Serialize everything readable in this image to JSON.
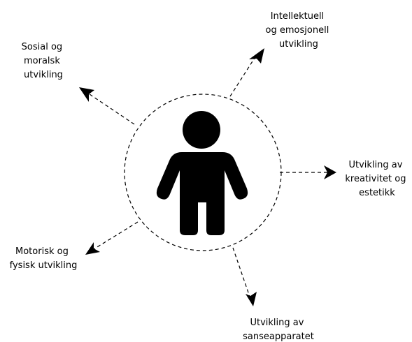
{
  "center": {
    "icon": "child-person-icon",
    "color": "#000000"
  },
  "labels": {
    "social_moral": [
      "Sosial og",
      "moralsk",
      "utvikling"
    ],
    "intellectual_emotional": [
      "Intellektuell",
      "og emosjonell",
      "utvikling"
    ],
    "creativity_aesthetics": [
      "Utvikling av",
      "kreativitet og",
      "estetikk"
    ],
    "sensory": [
      "Utvikling av",
      "sanseapparatet"
    ],
    "motor_physical": [
      "Motorisk og",
      "fysisk utvikling"
    ]
  },
  "style": {
    "line_color": "#000000",
    "background": "#ffffff"
  }
}
